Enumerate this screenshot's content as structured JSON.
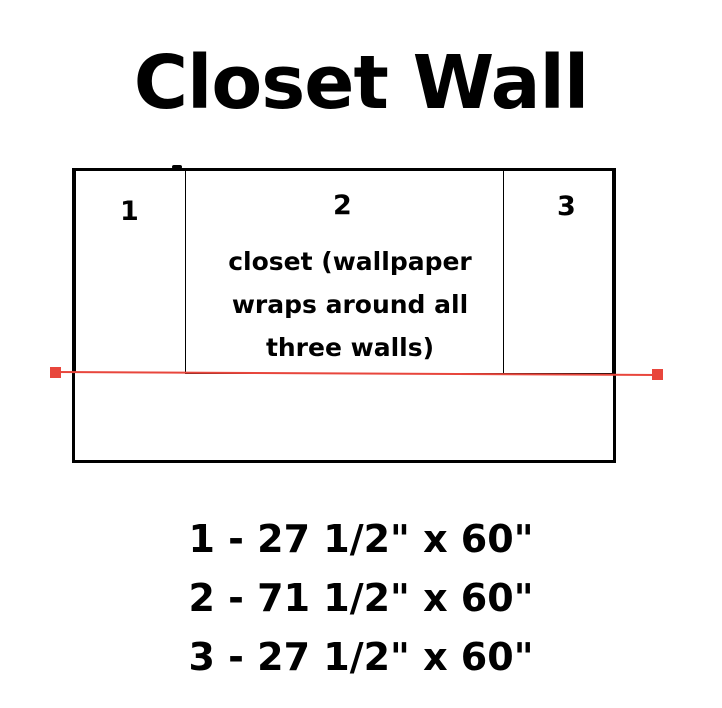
{
  "title": "Closet Wall",
  "panels": [
    {
      "number": "1"
    },
    {
      "number": "2",
      "description": "closet (wallpaper wraps around all three walls)"
    },
    {
      "number": "3"
    }
  ],
  "marker_line_color": "#e8463c",
  "dimensions": [
    "1 - 27 1/2\" x 60\"",
    "2 - 71 1/2\" x 60\"",
    "3 - 27 1/2\" x 60\""
  ]
}
